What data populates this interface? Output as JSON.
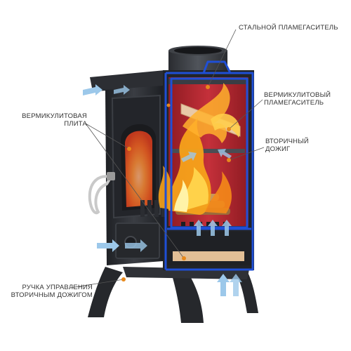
{
  "labels": {
    "steel_deflector": "СТАЛЬНОЙ ПЛАМЕГАСИТЕЛЬ",
    "vermiculite_deflector": [
      "ВЕРМИКУЛИТОВЫЙ",
      "ПЛАМЕГАСИТЕЛЬ"
    ],
    "secondary_burn": [
      "ВТОРИЧНЫЙ",
      "ДОЖИГ"
    ],
    "vermiculite_plate": [
      "ВЕРМИКУЛИТОВАЯ",
      "ПЛИТА"
    ],
    "control_handle": [
      "РУЧКА УПРАВЛЕНИЯ",
      "ВТОРИЧНЫМ ДОЖИГОМ"
    ]
  },
  "colors": {
    "stove_body": "#2b2d31",
    "outline": "#1f4fd6",
    "firebox": "#b5262c",
    "vermiculite": "#e8c9a8",
    "flame": "#f7a21a",
    "air_arrow": "#9cc8ea",
    "callout_dot": "#e8891c",
    "text": "#333333"
  },
  "icons": [
    "air-arrow-icon",
    "flame-icon",
    "callout-dot-icon"
  ]
}
